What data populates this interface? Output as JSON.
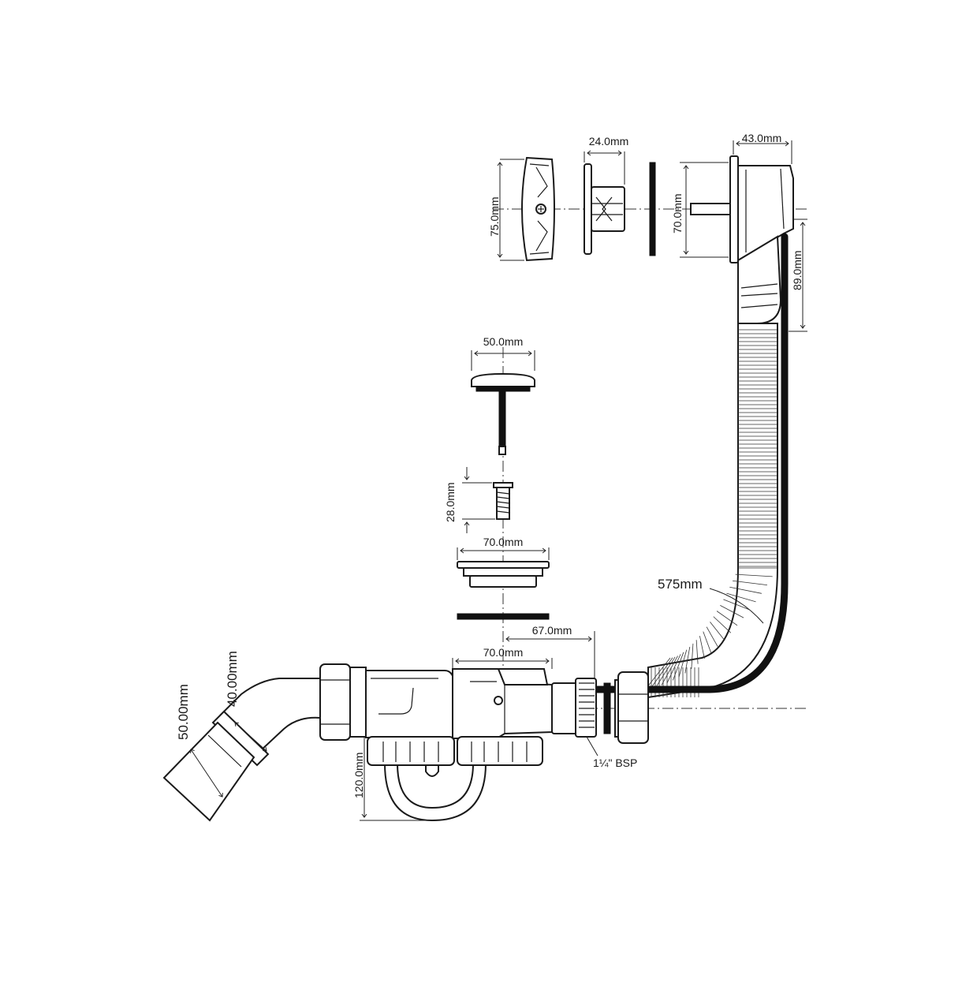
{
  "dimensions": {
    "overflow_cap_height": "75.0mm",
    "overflow_body_depth": "24.0mm",
    "overflow_head_depth": "43.0mm",
    "overflow_head_height": "70.0mm",
    "overflow_drop": "89.0mm",
    "plug_width": "50.0mm",
    "screw_length": "28.0mm",
    "grate_width": "70.0mm",
    "waste_offset": "67.0mm",
    "trap_inlet_width": "70.0mm",
    "hose_length": "575mm",
    "outlet_50": "50.00mm",
    "outlet_40": "40.00mm",
    "trap_height": "120.0mm",
    "thread_size": "1¼\" BSP"
  },
  "colors": {
    "line": "#1a1a1a",
    "gasket": "#111111",
    "background": "#ffffff"
  }
}
